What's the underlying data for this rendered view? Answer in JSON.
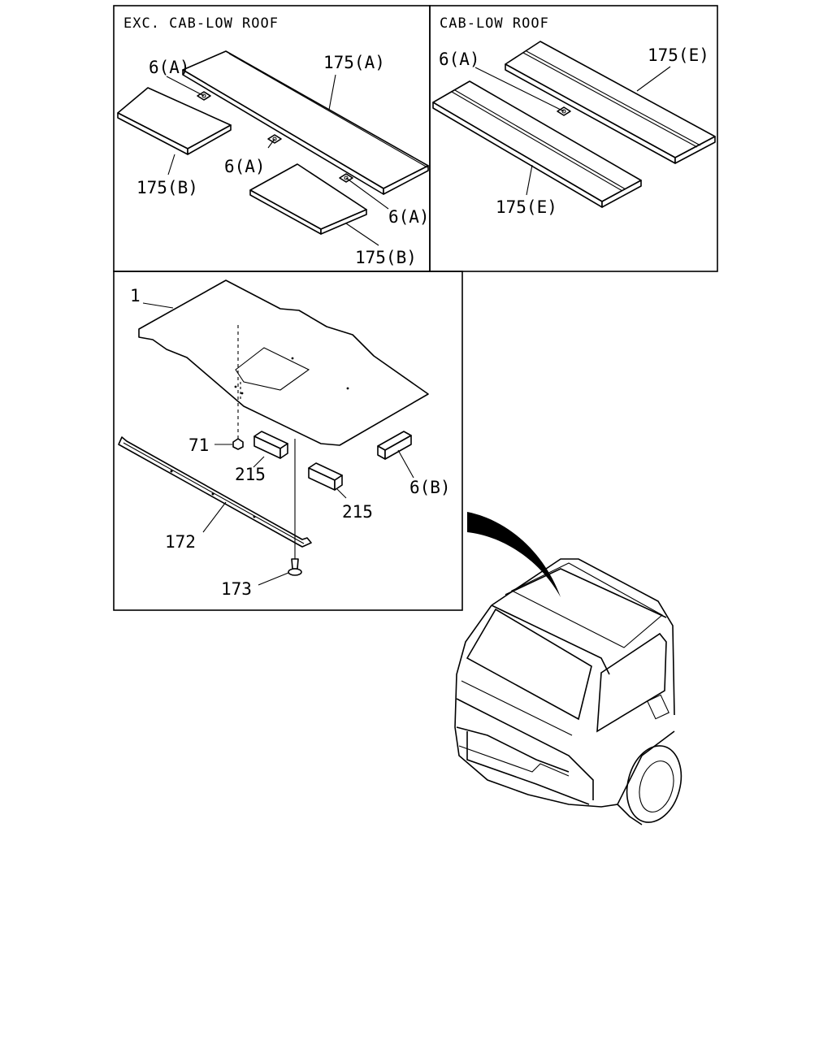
{
  "panels": {
    "top_left": {
      "header": "EXC. CAB-LOW ROOF",
      "labels": {
        "p6a_1": "6(A)",
        "p175a": "175(A)",
        "p6a_2": "6(A)",
        "p175b_1": "175(B)",
        "p6a_3": "6(A)",
        "p175b_2": "175(B)"
      }
    },
    "top_right": {
      "header": "CAB-LOW ROOF",
      "labels": {
        "p6a": "6(A)",
        "p175e_1": "175(E)",
        "p175e_2": "175(E)"
      }
    },
    "bottom": {
      "labels": {
        "p1": "1",
        "p71": "71",
        "p215_1": "215",
        "p215_2": "215",
        "p6b": "6(B)",
        "p172": "172",
        "p173": "173"
      }
    }
  }
}
